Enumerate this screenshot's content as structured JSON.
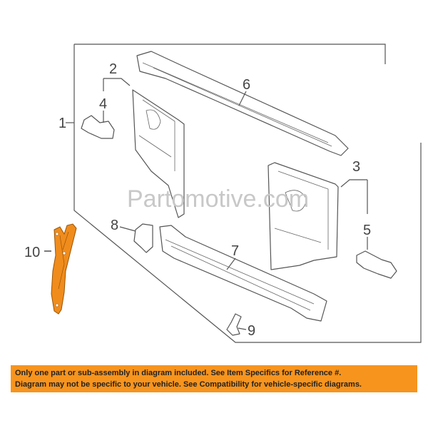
{
  "diagram": {
    "callouts": [
      "1",
      "2",
      "3",
      "4",
      "5",
      "6",
      "7",
      "8",
      "9",
      "10"
    ],
    "watermark": "Partomotive.com",
    "highlight_color": "#f7941d",
    "highlighted_part": "10"
  },
  "banner": {
    "line1": "Only one part or sub-assembly in diagram included. See Item Specifics for Reference #.",
    "line2": "Diagram may not be specific to your vehicle. See Compatibility for vehicle-specific diagrams.",
    "color": "#f7941d"
  }
}
